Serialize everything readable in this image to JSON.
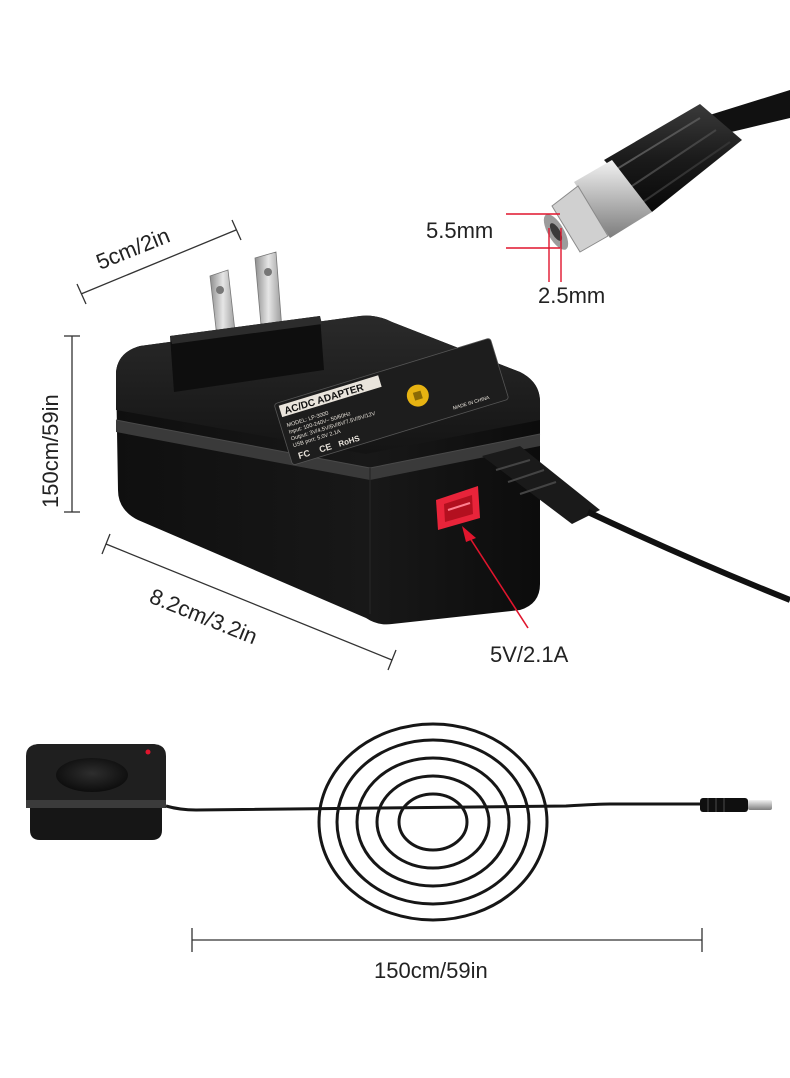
{
  "dimensions": {
    "plug_width": "5cm/2in",
    "adapter_height": "150cm/59in",
    "adapter_length": "8.2cm/3.2in",
    "tip_outer_diameter": "5.5mm",
    "tip_inner_diameter": "2.5mm",
    "usb_output": "5V/2.1A",
    "cable_length": "150cm/59in"
  },
  "product_label": {
    "title": "AC/DC ADAPTER",
    "lines": [
      "MODEL: LP-3000",
      "Input: 100-240V~ 50/60Hz",
      "Output: 3V/4.5V/5V/6V/7.5V/9V/12V",
      "USB port: 5.0V 2.1A"
    ],
    "marks": [
      "FC",
      "CE",
      "RoHS"
    ],
    "origin": "MADE IN CHINA"
  },
  "colors": {
    "adapter_body": "#141414",
    "adapter_band": "#3a3a3a",
    "label_background": "#1d1d1d",
    "usb_port": "#e8243a",
    "arrow": "#e0152d",
    "dimension_line": "#333333",
    "cable": "#161616",
    "dc_tip": "#b9b9b9"
  }
}
